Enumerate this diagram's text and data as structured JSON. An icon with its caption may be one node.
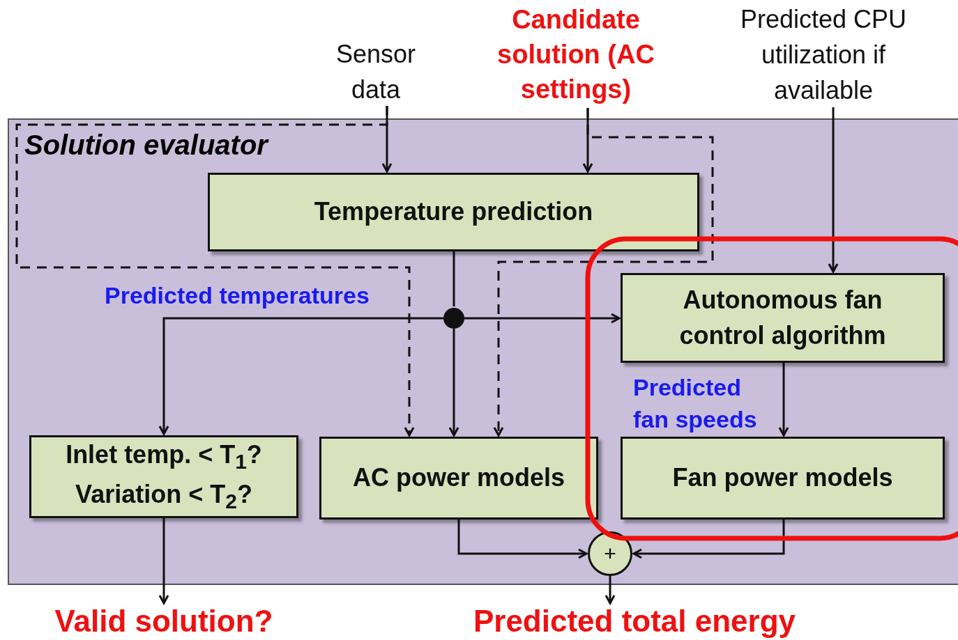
{
  "diagram": {
    "nodes": [
      {
        "text": [
          "Solution evaluator"
        ]
      },
      {
        "text": [
          "Temperature prediction"
        ],
        "in": 0
      },
      {
        "text": [
          "Autonomous fan control algorithm"
        ],
        "in": 0
      },
      {
        "text": [
          "Inlet temp. < T$_{1}$?",
          "Variation < T$_{2}$?"
        ],
        "in": 0
      },
      {
        "text": [
          "AC power models"
        ],
        "in": 0
      },
      {
        "text": [
          "Fan power models"
        ],
        "in": 0
      },
      {
        "text": [
          "+"
        ],
        "in": 0
      },
      {
        "text": [],
        "shape": "circle",
        "in": 0
      },
      {
        "text": [
          "Sensor data"
        ]
      },
      {
        "text": [
          "Candidate solution (AC settings)"
        ]
      },
      {
        "text": [
          "Predicted CPU utilization if available"
        ]
      },
      {
        "text": [
          "Valid solution?"
        ]
      },
      {
        "text": [
          "Predicted total energy"
        ]
      }
    ],
    "edges": [
      {
        "from": 8,
        "to": 1,
        "arrow": "to"
      },
      {
        "from": 8,
        "to": 4,
        "arrow": "to",
        "style": "dashed"
      },
      {
        "from": 9,
        "to": 1,
        "arrow": "to"
      },
      {
        "from": 9,
        "to": 4,
        "arrow": "to",
        "style": "dashed"
      },
      {
        "from": 10,
        "to": 2,
        "arrow": "to"
      },
      {
        "from": 1,
        "to": 7,
        "arrow": "none"
      },
      {
        "from": 7,
        "to": 4,
        "arrow": "to"
      },
      {
        "from": 7,
        "to": 2,
        "arrow": "to"
      },
      {
        "from": 7,
        "to": 3,
        "arrow": "to"
      },
      {
        "from": 2,
        "to": 5,
        "arrow": "to"
      },
      {
        "from": 4,
        "to": 6,
        "arrow": "to"
      },
      {
        "from": 5,
        "to": 6,
        "arrow": "to"
      },
      {
        "from": 3,
        "to": 11,
        "arrow": "to"
      },
      {
        "from": 6,
        "to": 12,
        "arrow": "to"
      }
    ],
    "labels": [
      "Predicted temperatures",
      "Predicted fan speeds"
    ]
  }
}
